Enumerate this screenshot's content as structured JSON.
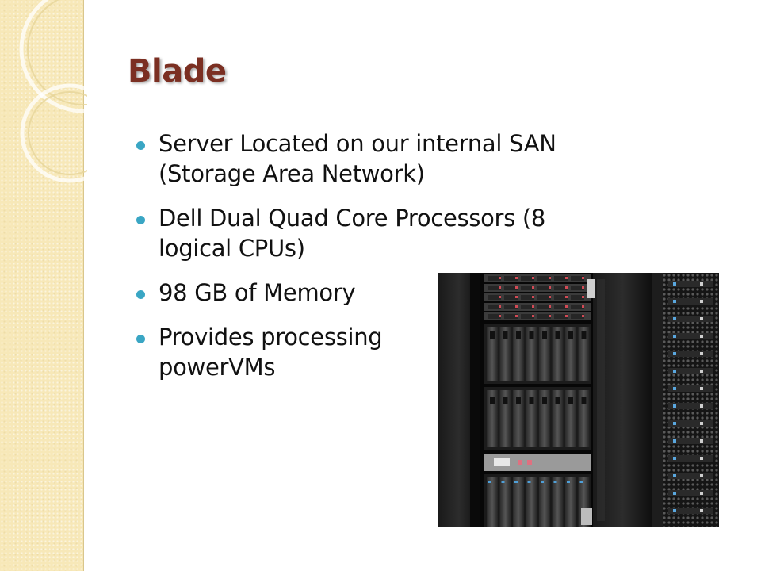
{
  "slide": {
    "title": "Blade",
    "bullets": [
      {
        "text": "Server Located on our internal SAN\n(Storage Area Network)"
      },
      {
        "text": "Dell Dual Quad Core Processors (8\nlogical CPUs)"
      },
      {
        "text": "98 GB of Memory"
      },
      {
        "text": "Provides processing\npowerVMs"
      }
    ],
    "accent_color": "#3aa6c4",
    "title_color": "#7b2f22"
  },
  "photo": {
    "subject": "server-rack-photo"
  }
}
